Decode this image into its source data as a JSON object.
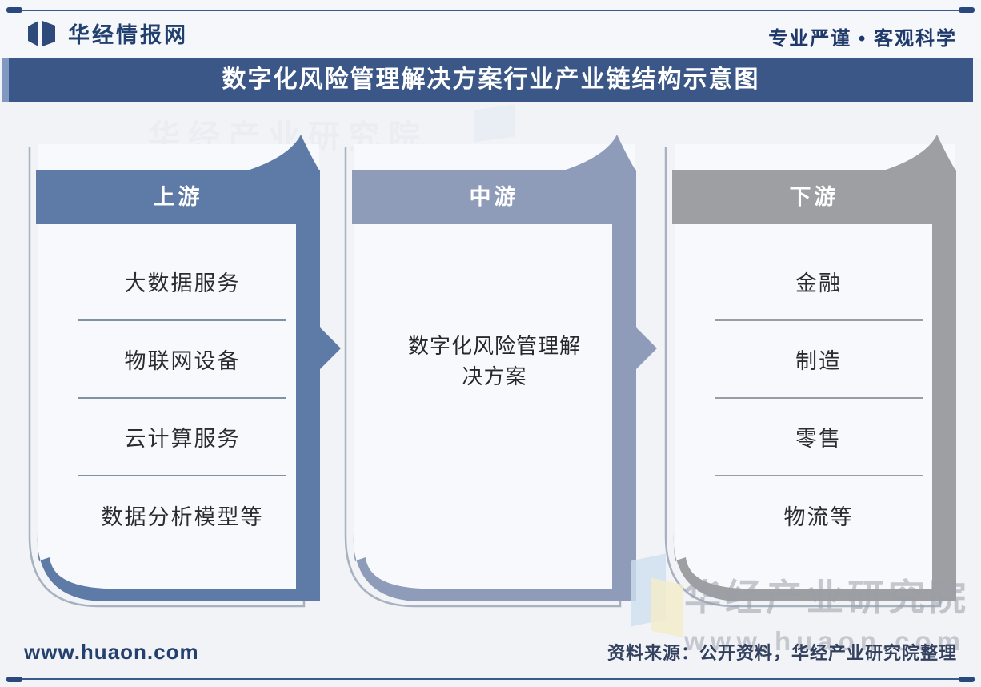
{
  "brand": {
    "name": "华经情报网",
    "tagline": "专业严谨 • 客观科学"
  },
  "title": "数字化风险管理解决方案行业产业链结构示意图",
  "columns": [
    {
      "header": "上游",
      "accent": "#5e7aa6",
      "items": [
        "大数据服务",
        "物联网设备",
        "云计算服务",
        "数据分析模型等"
      ]
    },
    {
      "header": "中游",
      "accent": "#8e9cba",
      "items": [
        "数字化风险管理解决方案"
      ]
    },
    {
      "header": "下游",
      "accent": "#9d9fa3",
      "items": [
        "金融",
        "制造",
        "零售",
        "物流等"
      ]
    }
  ],
  "watermark": {
    "name": "华经产业研究院",
    "site": "www.huaon.com"
  },
  "footer": {
    "site": "www.huaon.com",
    "source": "资料来源：公开资料，华经产业研究院整理"
  },
  "colors": {
    "title_bar": "#3b5787",
    "brand_navy": "#22406f",
    "rule": "#3a5a8c"
  }
}
